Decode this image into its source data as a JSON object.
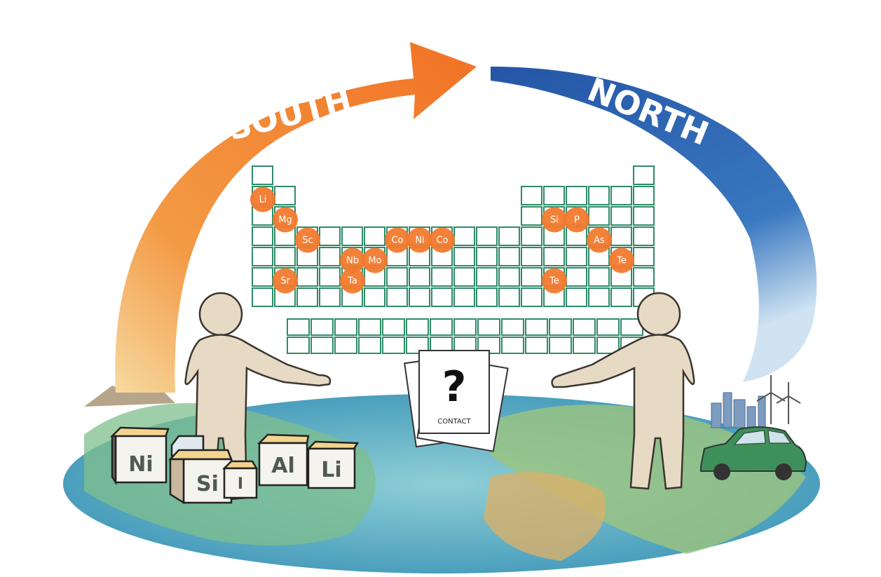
{
  "arrows": {
    "south": {
      "label": "SOUTH",
      "color": "#f07f32"
    },
    "north": {
      "label": "NORTH",
      "color": "#2f5fae"
    }
  },
  "periodic_table": {
    "grid_color": "#2e8b68",
    "highlight_color": "#f27a2e",
    "highlighted_elements": [
      {
        "symbol": "Li",
        "group": 1,
        "period": 2
      },
      {
        "symbol": "Mg",
        "group": 2,
        "period": 3
      },
      {
        "symbol": "Sc",
        "group": 3,
        "period": 4
      },
      {
        "symbol": "Nb",
        "group": 5,
        "period": 5
      },
      {
        "symbol": "Mo",
        "group": 6,
        "period": 5
      },
      {
        "symbol": "Co",
        "group": 7,
        "period": 4
      },
      {
        "symbol": "Ni",
        "group": 8,
        "period": 4
      },
      {
        "symbol": "Co",
        "group": 9,
        "period": 4
      },
      {
        "symbol": "Si",
        "group": 14,
        "period": 3
      },
      {
        "symbol": "P",
        "group": 15,
        "period": 3
      },
      {
        "symbol": "As",
        "group": 16,
        "period": 4
      },
      {
        "symbol": "Te",
        "group": 17,
        "period": 5
      },
      {
        "symbol": "Sr",
        "group": 2,
        "period": 6
      },
      {
        "symbol": "Ta",
        "group": 5,
        "period": 6
      },
      {
        "symbol": "Te",
        "group": 14,
        "period": 6
      }
    ]
  },
  "document": {
    "symbol": "?",
    "label": "CONTACT"
  },
  "cubes": [
    {
      "symbol": "Ni"
    },
    {
      "symbol": "Si"
    },
    {
      "symbol": "I"
    },
    {
      "symbol": "Al"
    },
    {
      "symbol": "Li"
    }
  ]
}
